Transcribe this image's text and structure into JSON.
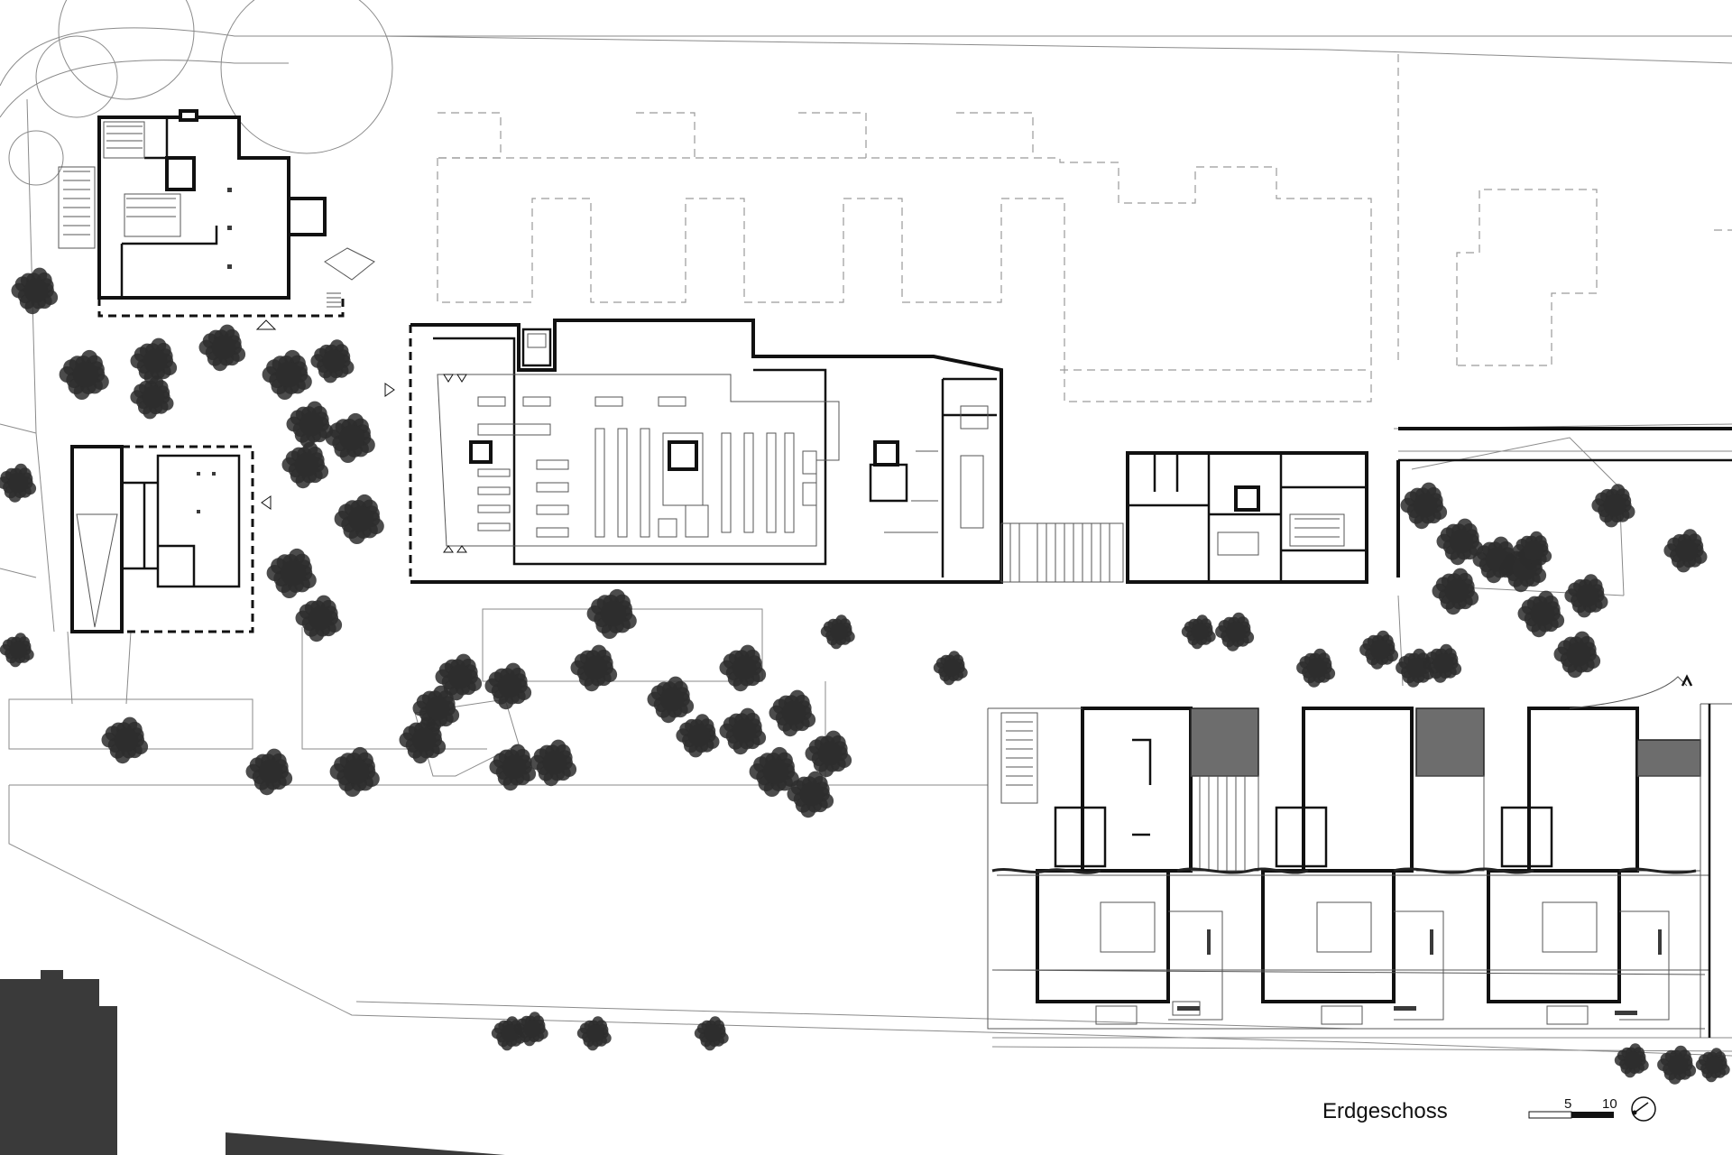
{
  "drawing": {
    "title": "Erdgeschoss",
    "scale_bar": {
      "ticks": [
        "5",
        "10"
      ]
    },
    "north_arrow_icon": "north-arrow-icon"
  },
  "colors": {
    "wall": "#111111",
    "solid_block": "#3a3a3a",
    "grey_roof": "#6d6d6d",
    "tree_canopy": "#2d2d2d",
    "background": "#ffffff"
  },
  "legend_items": []
}
